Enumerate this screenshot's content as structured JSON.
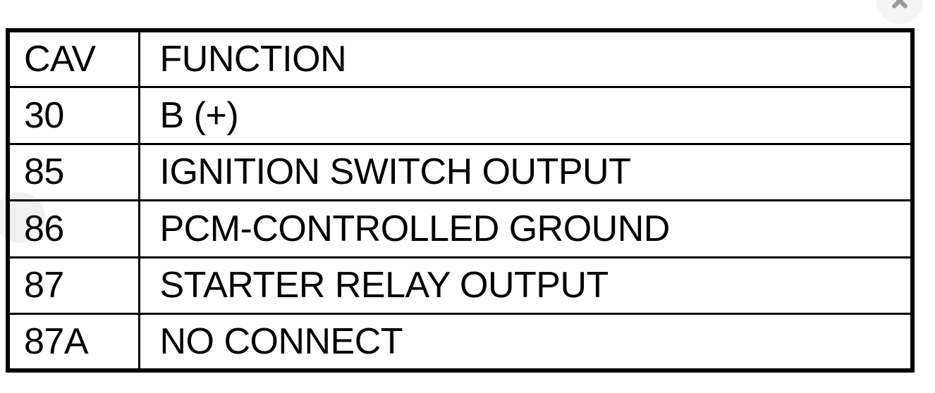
{
  "viewer": {
    "background_color": "#ffffff",
    "close_button": {
      "name": "close",
      "icon": "close-icon",
      "label": "",
      "color": "#9a9a9a",
      "background_color": "#f4f4f4"
    },
    "scroll_indicator": {
      "name": "scroll-puck",
      "color": "rgba(0,0,0,0.055)"
    }
  },
  "table": {
    "border_color": "#000000",
    "text_color": "#000000",
    "columns": [
      "CAV",
      "FUNCTION"
    ],
    "rows": [
      {
        "cav": "30",
        "function": "B (+)"
      },
      {
        "cav": "85",
        "function": "IGNITION SWITCH OUTPUT"
      },
      {
        "cav": "86",
        "function": "PCM-CONTROLLED GROUND"
      },
      {
        "cav": "87",
        "function": "STARTER RELAY OUTPUT"
      },
      {
        "cav": "87A",
        "function": "NO CONNECT"
      }
    ]
  }
}
